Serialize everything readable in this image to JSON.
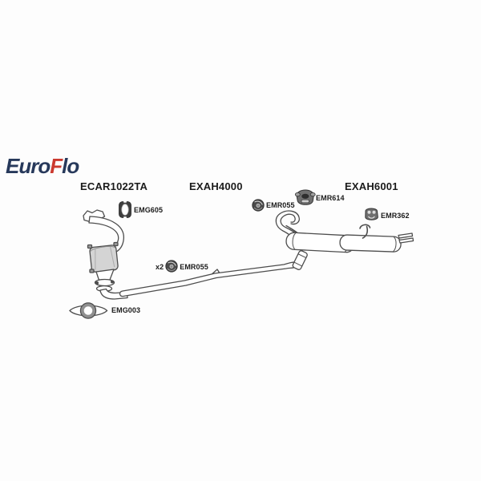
{
  "page": {
    "background": "#fdfdfd"
  },
  "logo": {
    "text_navy_1": "Euro",
    "text_red": "F",
    "text_navy_2": "lo",
    "navy": "#27395b",
    "red": "#cb392f"
  },
  "assemblies": {
    "front": {
      "code": "ECAR1022TA"
    },
    "centre": {
      "code": "EXAH4000"
    },
    "rear": {
      "code": "EXAH6001"
    }
  },
  "fittings": {
    "emg605": {
      "code": "EMG605"
    },
    "emr055_upper": {
      "code": "EMR055"
    },
    "emr614": {
      "code": "EMR614"
    },
    "emr362": {
      "code": "EMR362"
    },
    "emr055_lower": {
      "qty": "x2",
      "code": "EMR055"
    },
    "emg003": {
      "code": "EMG003"
    }
  },
  "diagram": {
    "line_color": "#4d4d4d",
    "catalyst_fill": "#d4d4d4",
    "description": "Exhaust system parts diagram: front downpipe with catalytic converter (ECAR1022TA), centre pipe (EXAH4000), rear over-axle pipe with silencer and tailpipe (EXAH6001), plus gaskets and rubber mounts"
  }
}
